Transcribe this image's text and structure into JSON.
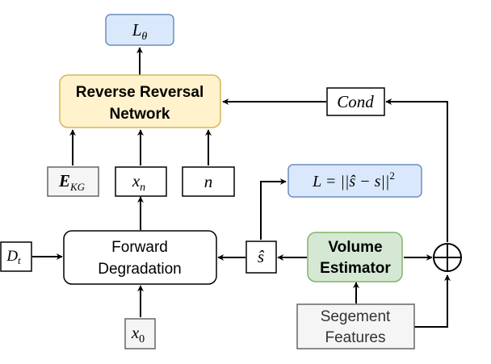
{
  "nodes": {
    "loss_theta": {
      "label": "L",
      "sub": "θ"
    },
    "reverse_network": {
      "line1": "Reverse Reversal",
      "line2": "Network"
    },
    "cond": {
      "label": "Cond"
    },
    "e_kg": {
      "label": "E",
      "sub": "KG"
    },
    "x_n": {
      "label": "x",
      "sub": "n"
    },
    "n": {
      "label": "n"
    },
    "volume_loss": {
      "label": "L = ||ŝ − s||",
      "sup": "2"
    },
    "d_t": {
      "label": "D",
      "sub": "t"
    },
    "forward_degradation": {
      "line1": "Forward",
      "line2": "Degradation"
    },
    "s_hat": {
      "label": "ŝ"
    },
    "volume_estimator": {
      "line1": "Volume",
      "line2": "Estimator"
    },
    "sum_node": {
      "symbol": "⊕"
    },
    "segment_features": {
      "line1": "Segement",
      "line2": "Features"
    },
    "x_0": {
      "label": "x",
      "sub": "0"
    }
  },
  "colors": {
    "blue_fill": "#dae8fc",
    "blue_stroke": "#6c8ebf",
    "yellow_fill": "#fff2cc",
    "yellow_stroke": "#d6b656",
    "green_fill": "#d5e8d4",
    "green_stroke": "#82b366",
    "gray_fill": "#f5f5f5",
    "gray_stroke": "#666666",
    "line": "#000000"
  }
}
